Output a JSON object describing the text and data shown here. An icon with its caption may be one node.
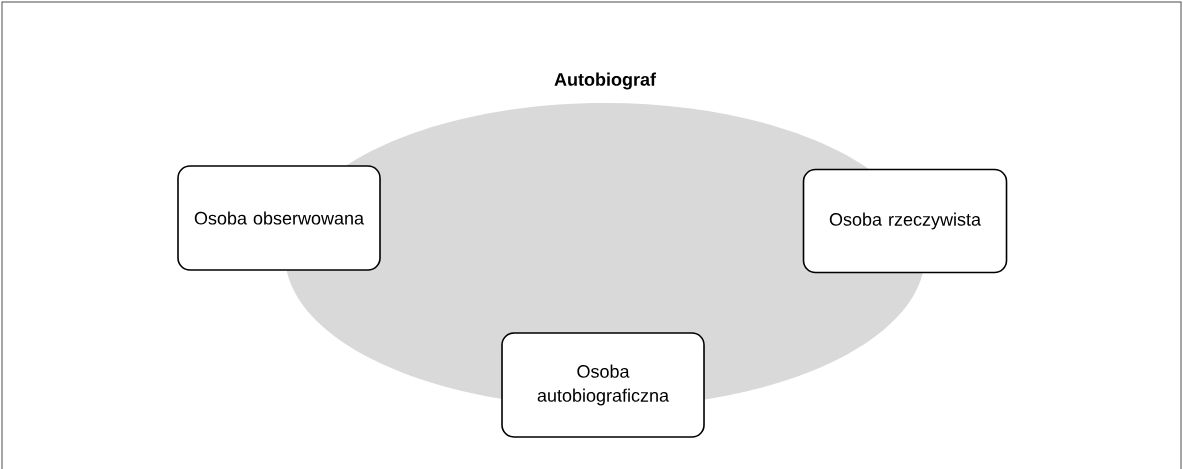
{
  "diagram": {
    "nodes": [
      {
        "text": [
          "Autobiograf"
        ]
      },
      {
        "text": [
          "Osoba obserwowana"
        ]
      },
      {
        "text": [
          "Osoba rzeczywista"
        ]
      },
      {
        "text": [
          "Osoba autobiograficzna"
        ]
      }
    ]
  }
}
